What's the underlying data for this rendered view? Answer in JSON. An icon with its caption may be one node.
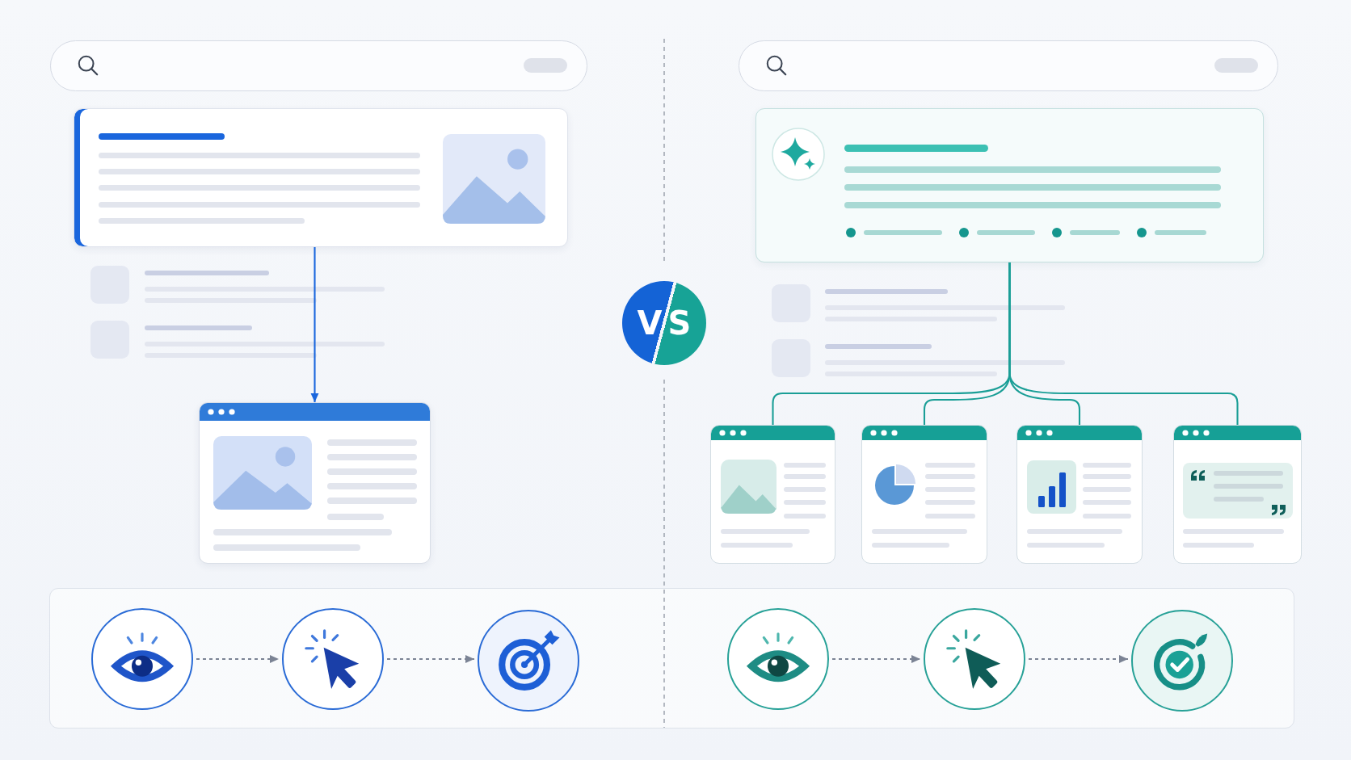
{
  "diagram": {
    "nodes": [
      {
        "text": [],
        "shape": "box"
      },
      {
        "text": [],
        "shape": "box"
      },
      {
        "text": [
          "VS"
        ]
      },
      {
        "text": [],
        "shape": "box"
      },
      {
        "text": [],
        "shape": "box"
      },
      {
        "text": [],
        "shape": "box"
      },
      {
        "text": [],
        "shape": "box"
      },
      {
        "text": [],
        "shape": "box"
      },
      {
        "text": [],
        "shape": "box"
      },
      {
        "text": [],
        "shape": "circle",
        "in": 8
      },
      {
        "text": [],
        "shape": "circle",
        "in": 8
      },
      {
        "text": [],
        "shape": "circle",
        "in": 8
      },
      {
        "text": [],
        "shape": "circle",
        "in": 8
      },
      {
        "text": [],
        "shape": "circle",
        "in": 8
      },
      {
        "text": [],
        "shape": "circle",
        "in": 8
      }
    ],
    "edges": [
      {
        "from": 0,
        "to": 3,
        "arrow": "to",
        "color": "#1a66dd"
      },
      {
        "from": 1,
        "to": 4,
        "arrow": "none",
        "color": "#1a9e96"
      },
      {
        "from": 1,
        "to": 5,
        "arrow": "none",
        "color": "#1a9e96"
      },
      {
        "from": 1,
        "to": 6,
        "arrow": "none",
        "color": "#1a9e96"
      },
      {
        "from": 1,
        "to": 7,
        "arrow": "none",
        "color": "#1a9e96"
      },
      {
        "from": 9,
        "to": 10,
        "arrow": "to",
        "style": "dashed",
        "color": "#7b8394"
      },
      {
        "from": 10,
        "to": 11,
        "arrow": "to",
        "style": "dashed",
        "color": "#7b8394"
      },
      {
        "from": 12,
        "to": 13,
        "arrow": "to",
        "style": "dashed",
        "color": "#7b8394"
      },
      {
        "from": 13,
        "to": 14,
        "arrow": "to",
        "style": "dashed",
        "color": "#7b8394"
      }
    ]
  }
}
